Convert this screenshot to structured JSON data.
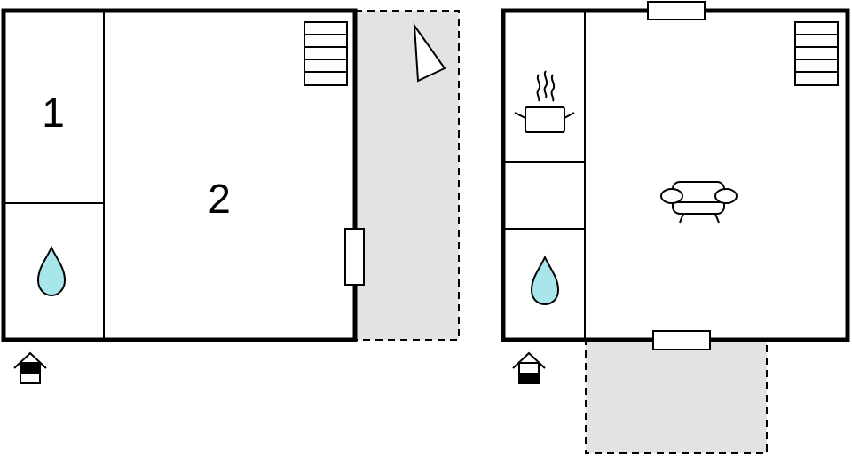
{
  "floors": [
    {
      "id": "ground",
      "rooms": [
        {
          "id": "room-1",
          "label": "1"
        },
        {
          "id": "room-2",
          "label": "2"
        }
      ],
      "icons": [
        "water-drop-icon",
        "stairs-icon",
        "compass-north-icon",
        "entrance-house-icon"
      ]
    },
    {
      "id": "upper",
      "rooms": [],
      "icons": [
        "cooking-pot-icon",
        "sofa-icon",
        "water-drop-icon",
        "stairs-icon",
        "entrance-house-icon"
      ]
    }
  ],
  "colors": {
    "wall": "#000000",
    "terrace": "#e3e3e3",
    "water": "#a8e6ec",
    "background": "#ffffff"
  }
}
